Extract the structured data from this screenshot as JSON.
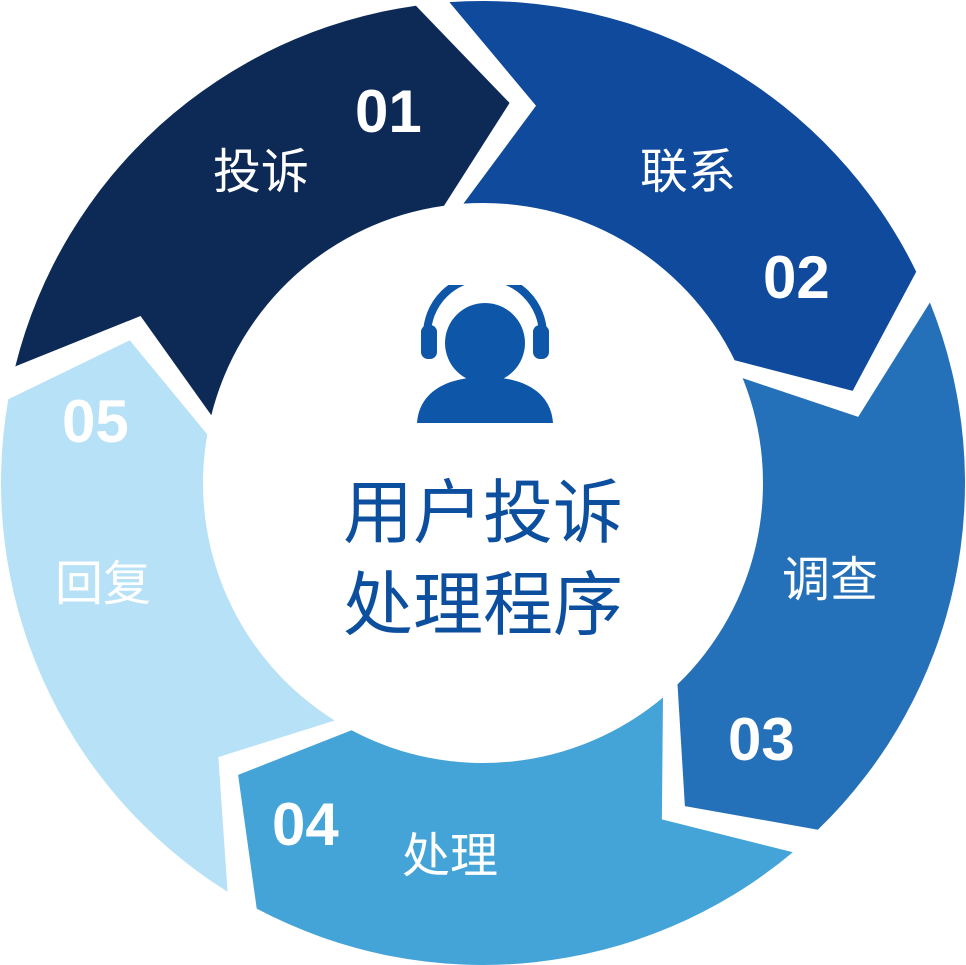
{
  "title": {
    "line1": "用户投诉",
    "line2": "处理程序"
  },
  "center_icon": "headset-user-icon",
  "colors": {
    "center_text": "#0d4f9f",
    "icon": "#0d56a8"
  },
  "steps": [
    {
      "number": "01",
      "label": "投诉",
      "color": "#0d2a57"
    },
    {
      "number": "02",
      "label": "联系",
      "color": "#0f4a9c"
    },
    {
      "number": "03",
      "label": "调查",
      "color": "#2571b9"
    },
    {
      "number": "04",
      "label": "处理",
      "color": "#45a4d7"
    },
    {
      "number": "05",
      "label": "回复",
      "color": "#b7e1f6"
    }
  ]
}
